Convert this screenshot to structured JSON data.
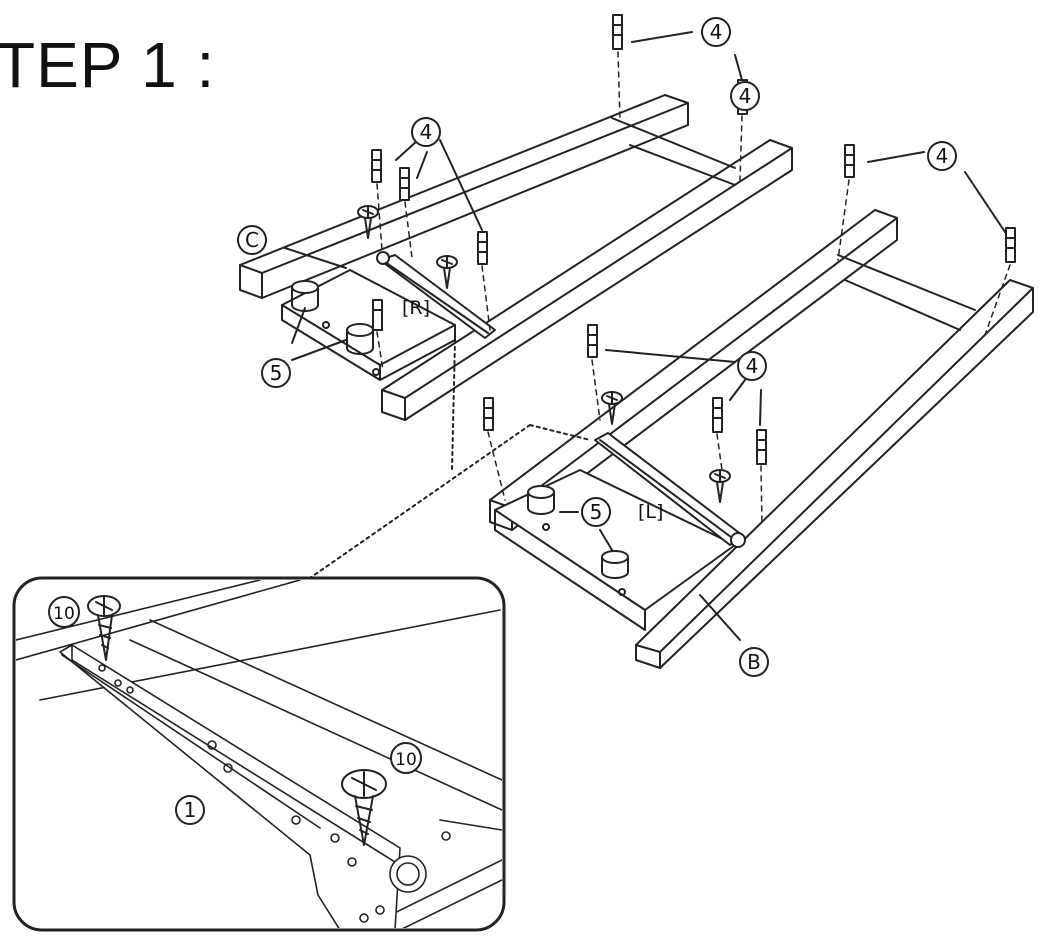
{
  "header": {
    "step_title": "TEP 1 :"
  },
  "callouts": {
    "dowel": "4",
    "cam_bolt": "5",
    "screw": "10",
    "runner": "1",
    "panel_b": "B",
    "panel_c": "C"
  },
  "tags": {
    "right": "[R]",
    "left": "[L]"
  },
  "colors": {
    "line": "#222222",
    "panel": "#ffffff",
    "background": "#ffffff"
  }
}
